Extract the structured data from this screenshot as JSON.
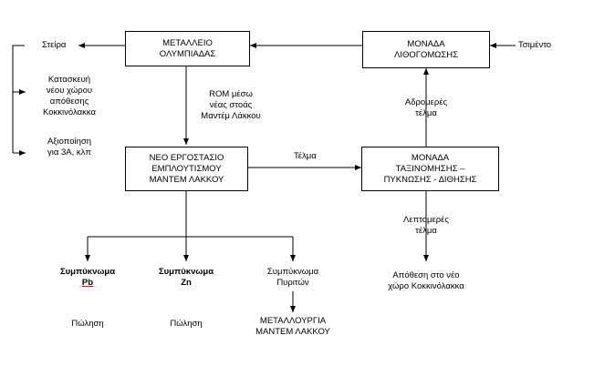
{
  "boxes": {
    "metalleio": {
      "line1": "ΜΕΤΑΛΛΕΙΟ",
      "line2": "ΟΛΥΜΠΙΑΔΑΣ"
    },
    "lithogomosi": {
      "line1": "ΜΟΝΑΔΑ",
      "line2": "ΛΙΘΟΓΟΜΩΣΗΣ"
    },
    "ergostasio": {
      "line1": "ΝΕΟ ΕΡΓΟΣΤΑΣΙΟ",
      "line2": "ΕΜΠΛΟΥΤΙΣΜΟΥ",
      "line3": "ΜΑΝΤΕΜ ΛΑΚΚΟΥ"
    },
    "taxinomisi": {
      "line1": "ΜΟΝΑΔΑ",
      "line2": "ΤΑΞΙΝΟΜΗΣΗΣ –",
      "line3": "ΠΥΚΝΩΣΗΣ - ΔΙΘΗΣΗΣ"
    }
  },
  "labels": {
    "steira": "Στείρα",
    "kataskevi": {
      "line1": "Κατασκευή",
      "line2": "νέου χώρου",
      "line3": "απόθεσης",
      "line4": "Κοκκινόλακκα"
    },
    "axiopoiisi": {
      "line1": "Αξιοποίηση",
      "line2": "για 3Α, κλπ"
    },
    "tsimento": "Τσιμέντο",
    "rom": {
      "line1": "ROM μέσω",
      "line2": "νέας στοάς",
      "line3": "Μαντέμ Λάκκου"
    },
    "adromeres": {
      "line1": "Αδρομερές",
      "line2": "τέλμα"
    },
    "telma": "Τέλμα",
    "leptomeres": {
      "line1": "Λεπτομερές",
      "line2": "τέλμα"
    },
    "pb": {
      "line1": "Συμπύκνωμα",
      "line2": "Pb"
    },
    "zn": {
      "line1": "Συμπύκνωμα",
      "line2": "Zn"
    },
    "pyriton": {
      "line1": "Συμπύκνωμα",
      "line2": "Πυριτών"
    },
    "apothesi": {
      "line1": "Απόθεση στο νέο",
      "line2": "χώρο Κοκκινόλακκα"
    },
    "polisi_pb": "Πώληση",
    "polisi_zn": "Πώληση",
    "metallourgia": {
      "line1": "ΜΕΤΑΛΛΟΥΡΓΙΑ",
      "line2": "ΜΑΝΤΕΜ ΛΑΚΚΟΥ"
    }
  }
}
